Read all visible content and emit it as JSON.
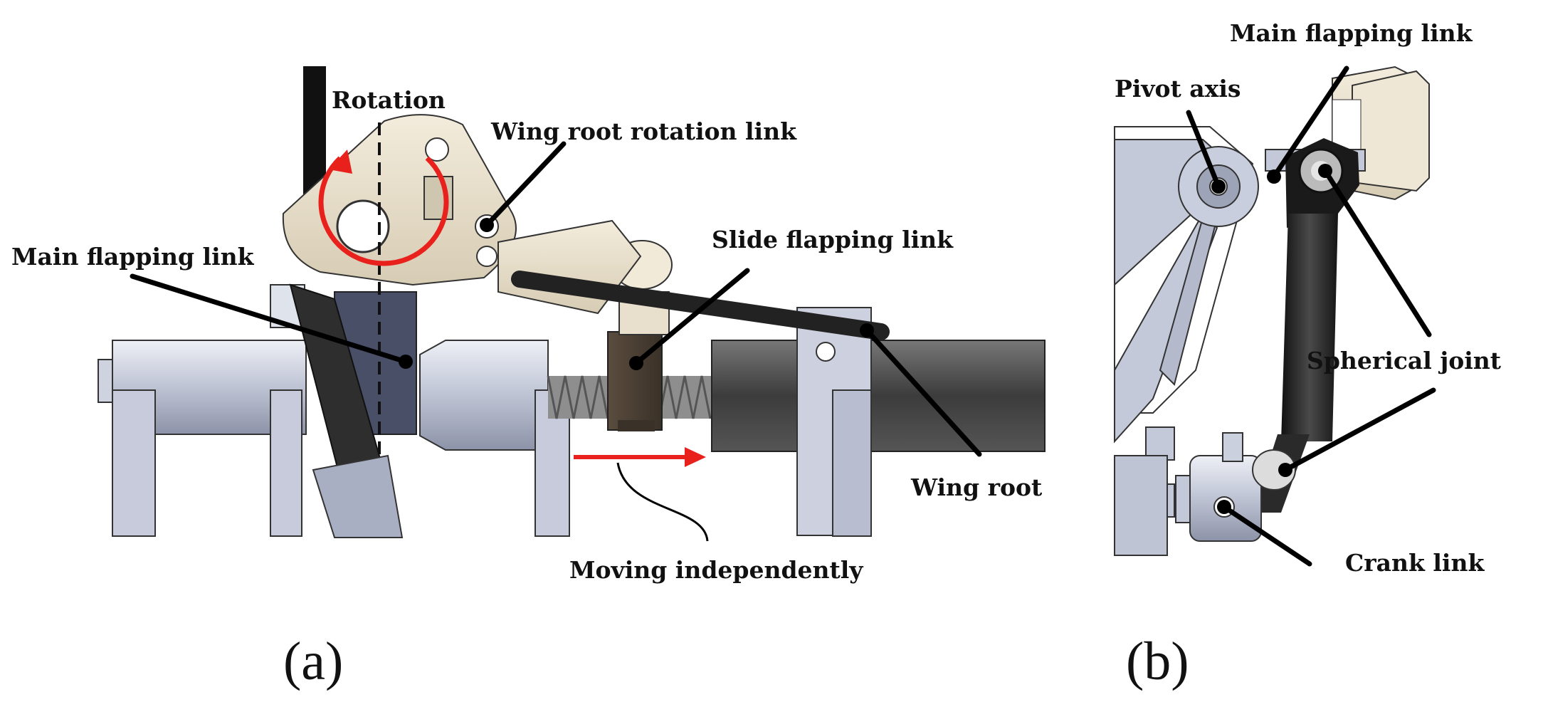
{
  "panel_a": {
    "panel_label": "(a)",
    "labels": {
      "rotation": "Rotation",
      "wing_root_rotation_link": "Wing root rotation link",
      "main_flapping_link": "Main flapping link",
      "slide_flapping_link": "Slide flapping link",
      "wing_root": "Wing root",
      "moving_independently": "Moving independently"
    }
  },
  "panel_b": {
    "panel_label": "(b)",
    "labels": {
      "main_flapping_link": "Main flapping link",
      "pivot_axis": "Pivot axis",
      "spherical_joint": "Spherical joint",
      "crank_link": "Crank link"
    }
  },
  "colors": {
    "arrow_red": "#e8211d",
    "steel": "#b8bed0",
    "link_cream": "#e8dfcd",
    "link_black": "#222222"
  }
}
